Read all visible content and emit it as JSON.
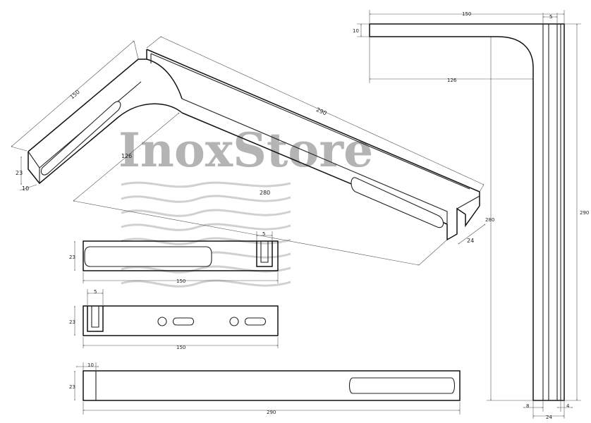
{
  "watermark": {
    "brand": "InoxStore"
  },
  "dimensions": {
    "iso": {
      "width": "150",
      "length": "290",
      "inner": "126",
      "lower": "280",
      "height": "23",
      "wall": "10",
      "depth": "24"
    },
    "side_top": {
      "height": "23",
      "slot": "5",
      "length": "150"
    },
    "side_mid": {
      "slot": "5",
      "height": "23",
      "length": "150"
    },
    "side_bottom": {
      "wall": "10",
      "height": "23",
      "length": "290"
    },
    "front": {
      "width": "150",
      "wall": "10",
      "inner": "126",
      "height": "280",
      "total": "290",
      "slot": "5",
      "left": "8",
      "right": "4",
      "depth": "24"
    }
  }
}
